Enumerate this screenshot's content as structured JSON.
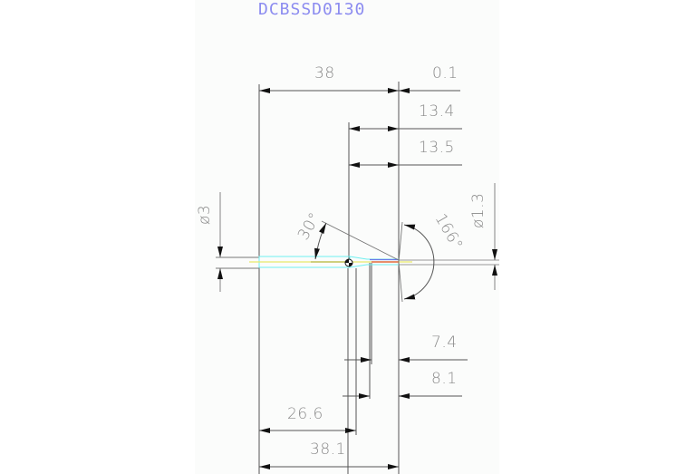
{
  "title": "DCBSSD0130",
  "colors": {
    "title": "#8c8cf0",
    "dimension_text": "#8a8a8a",
    "lines": "#555555",
    "shank_outline": "#6ff0f0",
    "centerline": "#e8e86a",
    "tip_blue": "#6a7ae8",
    "tip_red": "#e0502a",
    "panel_background": "#fbfcfb"
  },
  "dimensions": {
    "overall_length": "38",
    "tip_offset": "0.1",
    "dim_13_4": "13.4",
    "dim_13_5": "13.5",
    "shank_diameter": "ø3",
    "angle_30": "30°",
    "point_angle": "166°",
    "tip_diameter": "ø1.3",
    "dim_7_4": "7.4",
    "dim_8_1": "8.1",
    "dim_26_6": "26.6",
    "total_length": "38.1"
  }
}
